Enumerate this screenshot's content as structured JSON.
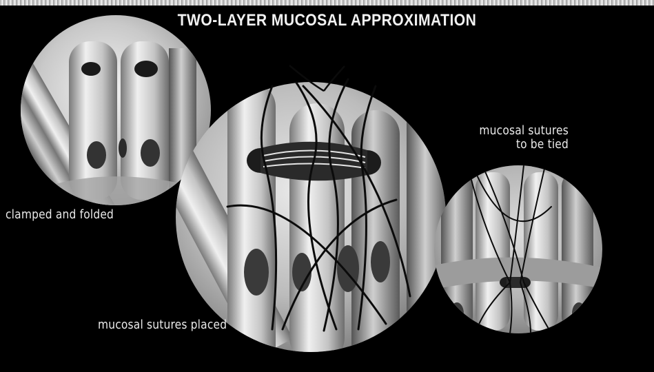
{
  "title": "TWO-LAYER MUCOSAL APPROXIMATION",
  "labels": {
    "clamped": "clamped and folded",
    "placed": "mucosal sutures placed",
    "tie_line1": "mucosal sutures",
    "tie_line2": "to be tied"
  },
  "colors": {
    "background": "#000000",
    "tissue_light": "#d9d9d9",
    "tissue_mid": "#a8a8a8",
    "tissue_dark": "#4a4a4a",
    "suture": "#0b0b0b",
    "text": "#ececec"
  }
}
